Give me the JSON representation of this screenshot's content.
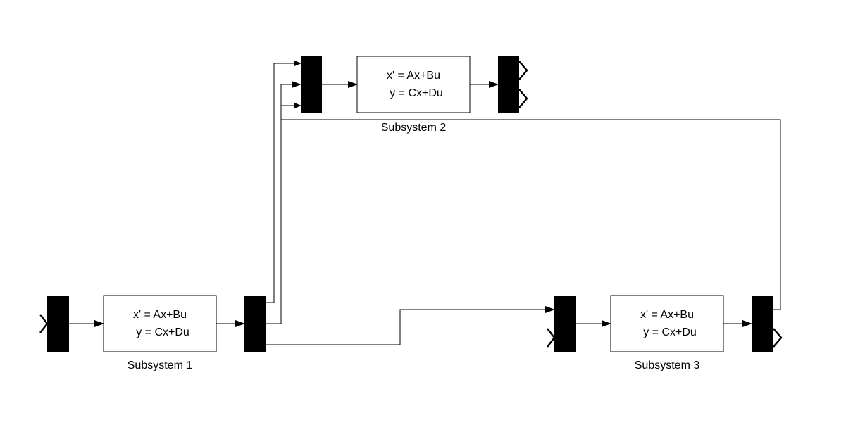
{
  "colors": {
    "background": "#ffffff",
    "line": "#000000",
    "block_fill": "#ffffff",
    "mux_fill": "#000000"
  },
  "subsystem1": {
    "eq1": "x' = Ax+Bu",
    "eq2": "y = Cx+Du",
    "name": "Subsystem 1"
  },
  "subsystem2": {
    "eq1": "x' = Ax+Bu",
    "eq2": "y = Cx+Du",
    "name": "Subsystem 2"
  },
  "subsystem3": {
    "eq1": "x' = Ax+Bu",
    "eq2": "y = Cx+Du",
    "name": "Subsystem 3"
  }
}
